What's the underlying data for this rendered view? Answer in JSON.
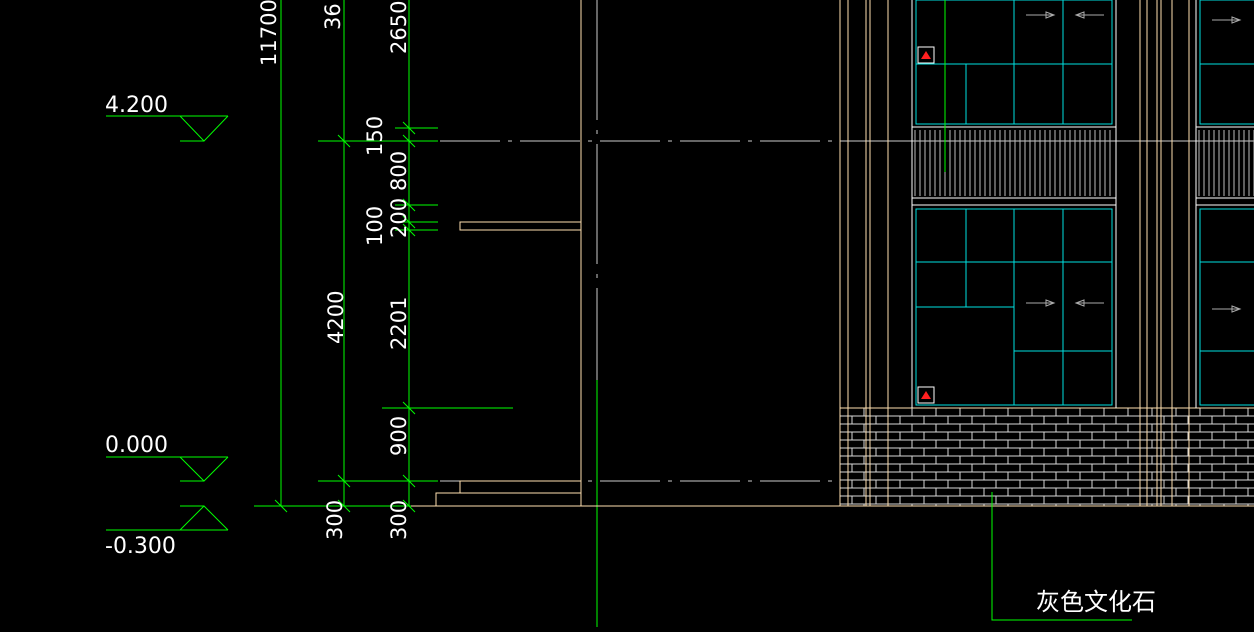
{
  "colors": {
    "background": "#000000",
    "dimension": "#00ff00",
    "outline": "#ffe0b0",
    "window": "#00e0e0",
    "text": "#ffffff",
    "marker": "#ff2020",
    "axis": "#00ff00",
    "centerline": "#ffffff"
  },
  "levels": {
    "upper": "4.200",
    "ground": "0.000",
    "lower": "-0.300"
  },
  "dimensions": {
    "overall": "11700",
    "col2": {
      "top": "36",
      "mid": "4200",
      "bottom": "300"
    },
    "col3": {
      "top": "2650",
      "a": "150",
      "b": "800",
      "c": "200",
      "d": "100",
      "e": "2201",
      "f": "900",
      "bottom": "300"
    }
  },
  "annotation": {
    "material_label": "灰色文化石"
  }
}
